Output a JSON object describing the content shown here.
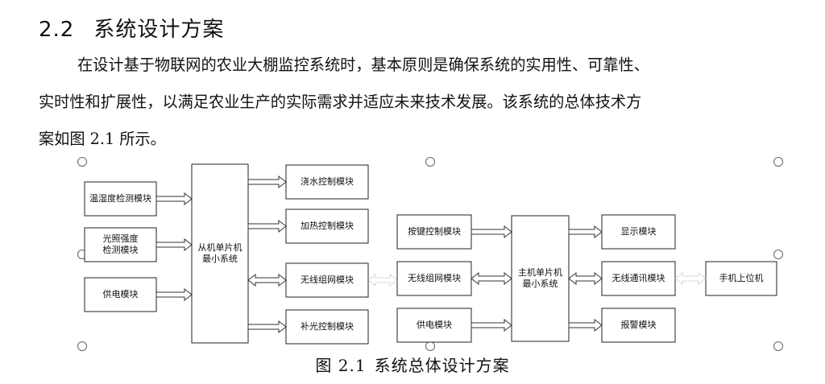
{
  "section": {
    "number": "2.2",
    "title": "系统设计方案"
  },
  "paragraph": {
    "line1": "在设计基于物联网的农业大棚监控系统时，基本原则是确保系统的实用性、可靠性、",
    "line2": "实时性和扩展性，以满足农业生产的实际需求并适应未来技术发展。该系统的总体技术方",
    "line3": "案如图 2.1 所示。"
  },
  "diagram": {
    "slave": {
      "inputs": [
        "温湿度检测模块",
        "光照强度|检测模块",
        "供电模块"
      ],
      "core": "从机单片机|最小系统",
      "outputs": [
        "浇水控制模块",
        "加热控制模块",
        "无线组网模块",
        "补光控制模块"
      ]
    },
    "master": {
      "inputs": [
        "按键控制模块",
        "无线组网模块",
        "供电模块"
      ],
      "core": "主机单片机|最小系统",
      "outputs": [
        "显示模块",
        "无线通讯模块",
        "报警模块"
      ]
    },
    "external": "手机上位机"
  },
  "caption": {
    "number": "图 2.1",
    "text": "系统总体设计方案"
  }
}
